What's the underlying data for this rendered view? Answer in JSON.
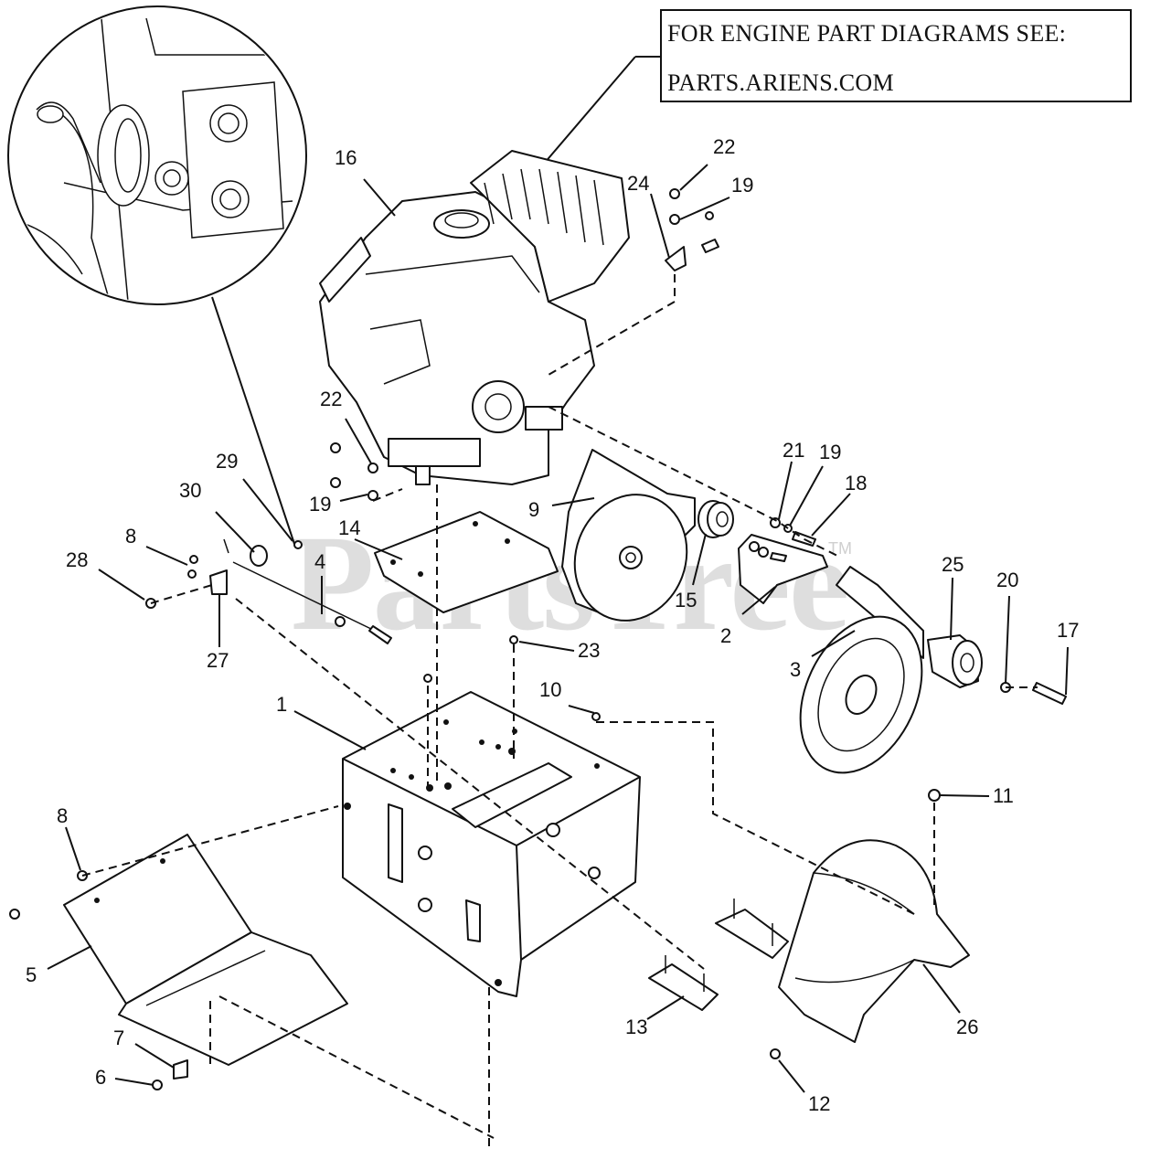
{
  "note": {
    "line1": "FOR ENGINE PART DIAGRAMS SEE:",
    "line2": "PARTS.ARIENS.COM"
  },
  "watermark": {
    "text": "PartsTree",
    "tm": "TM"
  },
  "callouts": [
    {
      "id": "c16a",
      "label": "16"
    },
    {
      "id": "c22a",
      "label": "22"
    },
    {
      "id": "c24",
      "label": "24"
    },
    {
      "id": "c19a",
      "label": "19"
    },
    {
      "id": "c22b",
      "label": "22"
    },
    {
      "id": "c29",
      "label": "29"
    },
    {
      "id": "c30",
      "label": "30"
    },
    {
      "id": "c19b",
      "label": "19"
    },
    {
      "id": "c21",
      "label": "21"
    },
    {
      "id": "c19c",
      "label": "19"
    },
    {
      "id": "c18",
      "label": "18"
    },
    {
      "id": "c9",
      "label": "9"
    },
    {
      "id": "c14",
      "label": "14"
    },
    {
      "id": "c8a",
      "label": "8"
    },
    {
      "id": "c28",
      "label": "28"
    },
    {
      "id": "c4",
      "label": "4"
    },
    {
      "id": "c27",
      "label": "27"
    },
    {
      "id": "c15",
      "label": "15"
    },
    {
      "id": "c2",
      "label": "2"
    },
    {
      "id": "c25",
      "label": "25"
    },
    {
      "id": "c20",
      "label": "20"
    },
    {
      "id": "c17",
      "label": "17"
    },
    {
      "id": "c3",
      "label": "3"
    },
    {
      "id": "c23",
      "label": "23"
    },
    {
      "id": "c10",
      "label": "10"
    },
    {
      "id": "c1",
      "label": "1"
    },
    {
      "id": "c11",
      "label": "11"
    },
    {
      "id": "c8b",
      "label": "8"
    },
    {
      "id": "c5",
      "label": "5"
    },
    {
      "id": "c7",
      "label": "7"
    },
    {
      "id": "c6",
      "label": "6"
    },
    {
      "id": "c13",
      "label": "13"
    },
    {
      "id": "c26",
      "label": "26"
    },
    {
      "id": "c12",
      "label": "12"
    }
  ]
}
